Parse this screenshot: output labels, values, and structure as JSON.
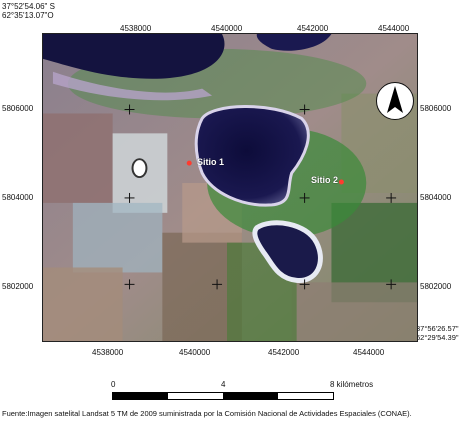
{
  "coords": {
    "top_left_lat": "37°52'54.06\" S",
    "top_left_lon": "62°35'13.07\"O",
    "bottom_right_lat": "37°56'26.57\"",
    "bottom_right_lon": "62°29'54.39\""
  },
  "ticks": {
    "x": [
      "4538000",
      "4540000",
      "4542000",
      "4544000"
    ],
    "y": [
      "5806000",
      "5804000",
      "5802000"
    ]
  },
  "sites": [
    "Sitio 1",
    "Sitio 2"
  ],
  "scale": {
    "labels": [
      "0",
      "4",
      "8 kilómetros"
    ]
  },
  "source": "Fuente:Imagen satelital Landsat 5 TM de 2009 suministrada por la Comisión Nacional de Actividades Espaciales (CONAE).",
  "icons": {
    "north_arrow": "north-arrow-icon"
  }
}
